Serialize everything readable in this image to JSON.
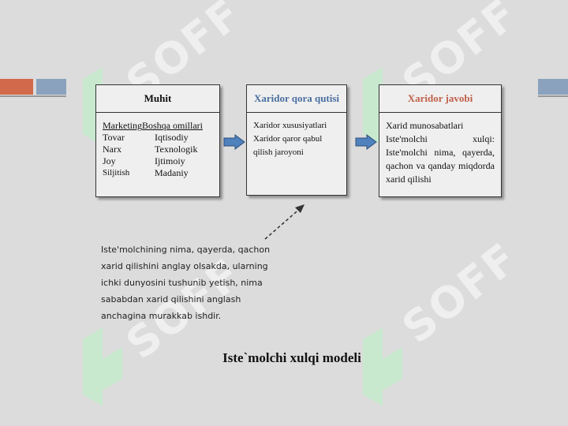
{
  "environment_box": {
    "title": "Muhit",
    "subheader_left": "Marketing",
    "subheader_right": "Boshqa omillari",
    "left_items": [
      "Tovar",
      "Narx",
      "Joy",
      "Siljitish"
    ],
    "right_items": [
      "Iqtisodiy",
      "Texnologik",
      "Ijtimoiy",
      "Madaniy"
    ]
  },
  "black_box": {
    "title": "Xaridor qora qutisi",
    "title_color": "#4a6fa0",
    "lines": [
      "Xaridor xususiyatlari",
      "Xaridor qaror qabul qilish jaroyoni"
    ]
  },
  "response_box": {
    "title": "Xaridor javobi",
    "title_color": "#c0604a",
    "lines": [
      "Xarid munosabatlari",
      "Iste'molchi xulqi: Iste'molchi nima, qayerda, qachon va qanday miqdorda xarid qilishi"
    ]
  },
  "note": {
    "text": "Iste'molchining nima, qayerda, qachon xarid qilishini anglay olsakda, ularning ichki dunyosini tushunib yetish, nima sababdan xarid qilishini anglash anchagina murakkab ishdir."
  },
  "caption": "Iste`molchi xulqi modeli",
  "watermark_text": "SOFF",
  "colors": {
    "accent_orange": "#d2694a",
    "accent_blue": "#8aa2bd",
    "arrow_fill": "#4f81bd"
  }
}
